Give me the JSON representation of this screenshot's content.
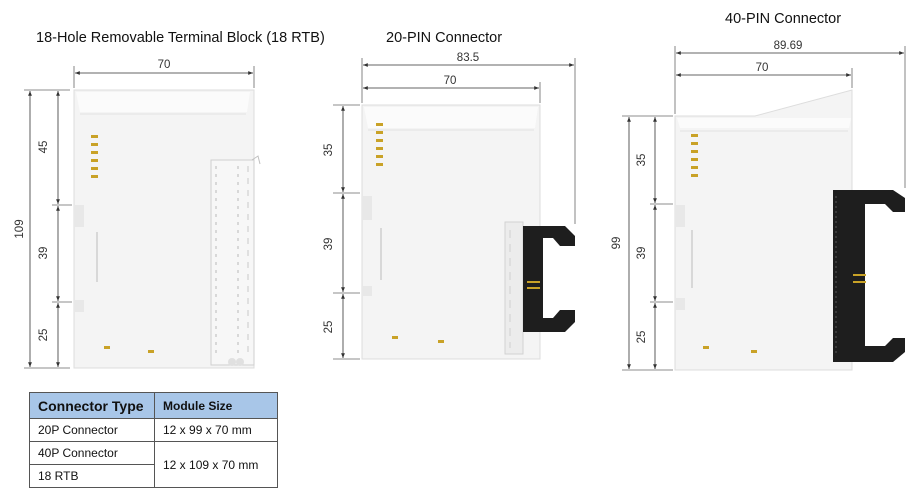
{
  "titles": {
    "rtb": "18-Hole Removable Terminal Block (18 RTB)",
    "pin20": "20-PIN Connector",
    "pin40": "40-PIN Connector"
  },
  "dims": {
    "rtb": {
      "width": "70",
      "height": "109",
      "seg_top": "45",
      "seg_mid": "39",
      "seg_bot": "25"
    },
    "pin20": {
      "overall": "83.5",
      "width": "70",
      "seg_top": "35",
      "seg_mid": "39",
      "seg_bot": "25"
    },
    "pin40": {
      "overall": "89.69",
      "width": "70",
      "height": "99",
      "seg_top": "35",
      "seg_mid": "39",
      "seg_bot": "25"
    }
  },
  "table": {
    "headers": [
      "Connector Type",
      "Module Size"
    ],
    "rows": [
      {
        "type": "20P Connector",
        "size": "12 x 99 x 70 mm"
      },
      {
        "type": "40P Connector",
        "size": "12 x 109 x 70 mm"
      },
      {
        "type": "18 RTB"
      }
    ]
  },
  "colors": {
    "module_body": "#f4f4f4",
    "module_edge": "#dcdcdc",
    "led": "#c9a227",
    "connector": "#1e1e1e",
    "table_header": "#a8c6e8",
    "dimension_line": "#333333"
  }
}
